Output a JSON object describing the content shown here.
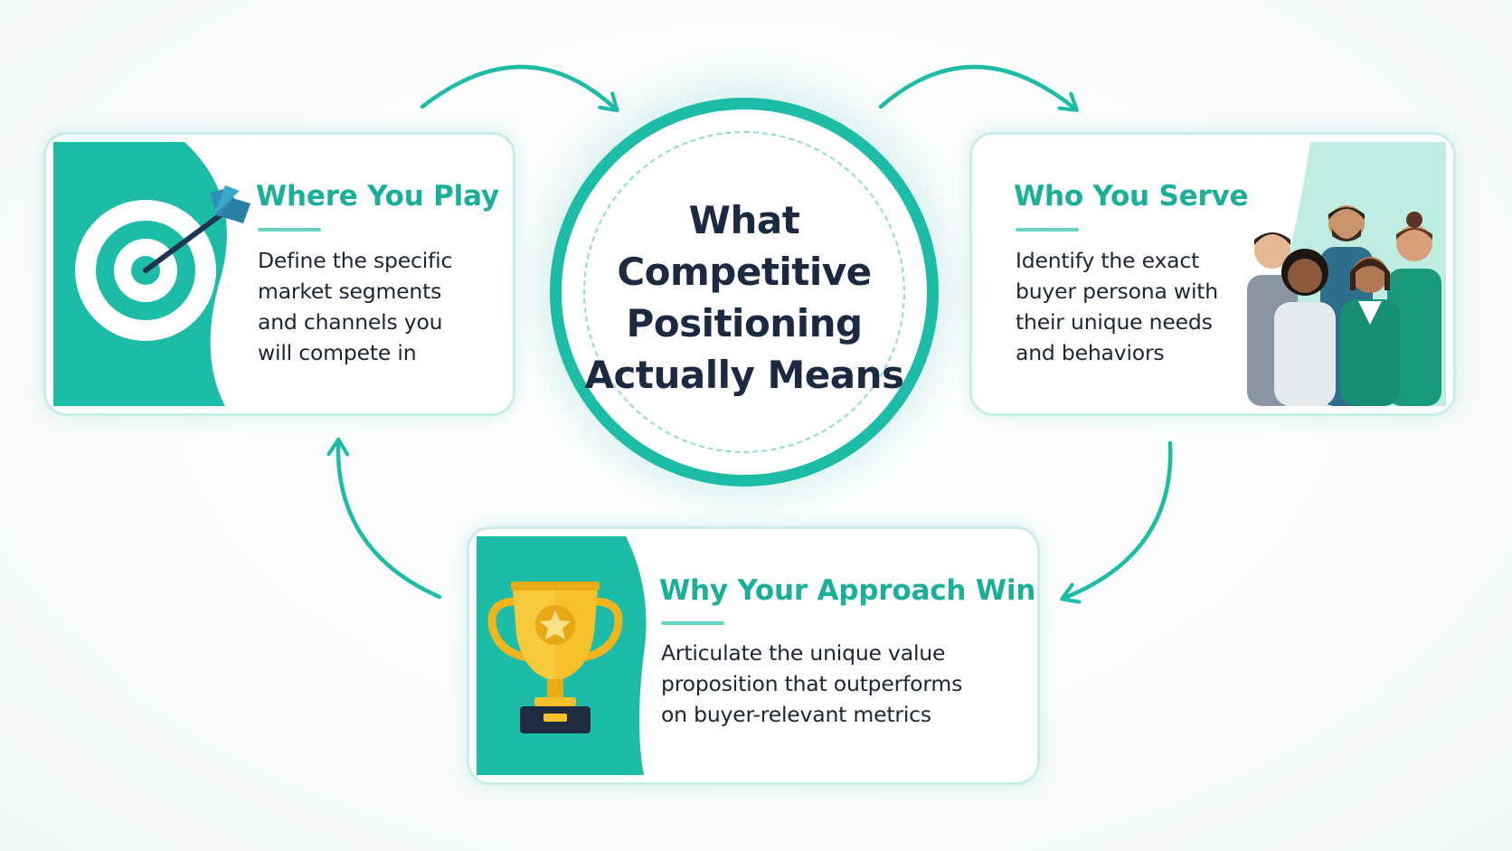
{
  "hub": {
    "title": "What\nCompetitive\nPositioning\nActually Means"
  },
  "cards": {
    "where": {
      "title": "Where You Play",
      "description": "Define the specific\nmarket segments\nand channels you\nwill compete in",
      "icon": "target-icon"
    },
    "who": {
      "title": "Who You Serve",
      "description": "Identify the exact\nbuyer persona with\ntheir unique needs\nand behaviors",
      "icon": "people-group-icon"
    },
    "why": {
      "title": "Why Your Approach Wins",
      "description": "Articulate the unique value\nproposition that outperforms\non buyer-relevant metrics",
      "icon": "trophy-icon"
    }
  },
  "colors": {
    "accent": "#1dbca6",
    "title_text": "#1b2a40",
    "body_text": "#1c2633",
    "card_border": "#c9eee8",
    "trophy_gold": "#f5c02a"
  }
}
